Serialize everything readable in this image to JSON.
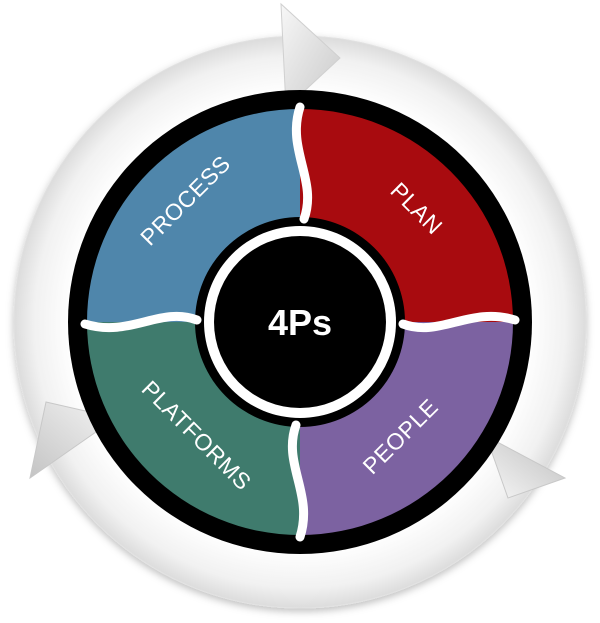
{
  "center": {
    "label": "4Ps"
  },
  "segments": [
    {
      "id": "process",
      "label": "PROCESS",
      "color": "#4f86ab"
    },
    {
      "id": "plan",
      "label": "PLAN",
      "color": "#a80b0f"
    },
    {
      "id": "people",
      "label": "PEOPLE",
      "color": "#7c62a1"
    },
    {
      "id": "platforms",
      "label": "PLATFORMS",
      "color": "#3f7b6d"
    }
  ],
  "colors": {
    "outer_ring": "#000000",
    "center_circle": "#000000",
    "cycle_ring": "#f2f2f2",
    "arrow": "#e6e6e6"
  }
}
